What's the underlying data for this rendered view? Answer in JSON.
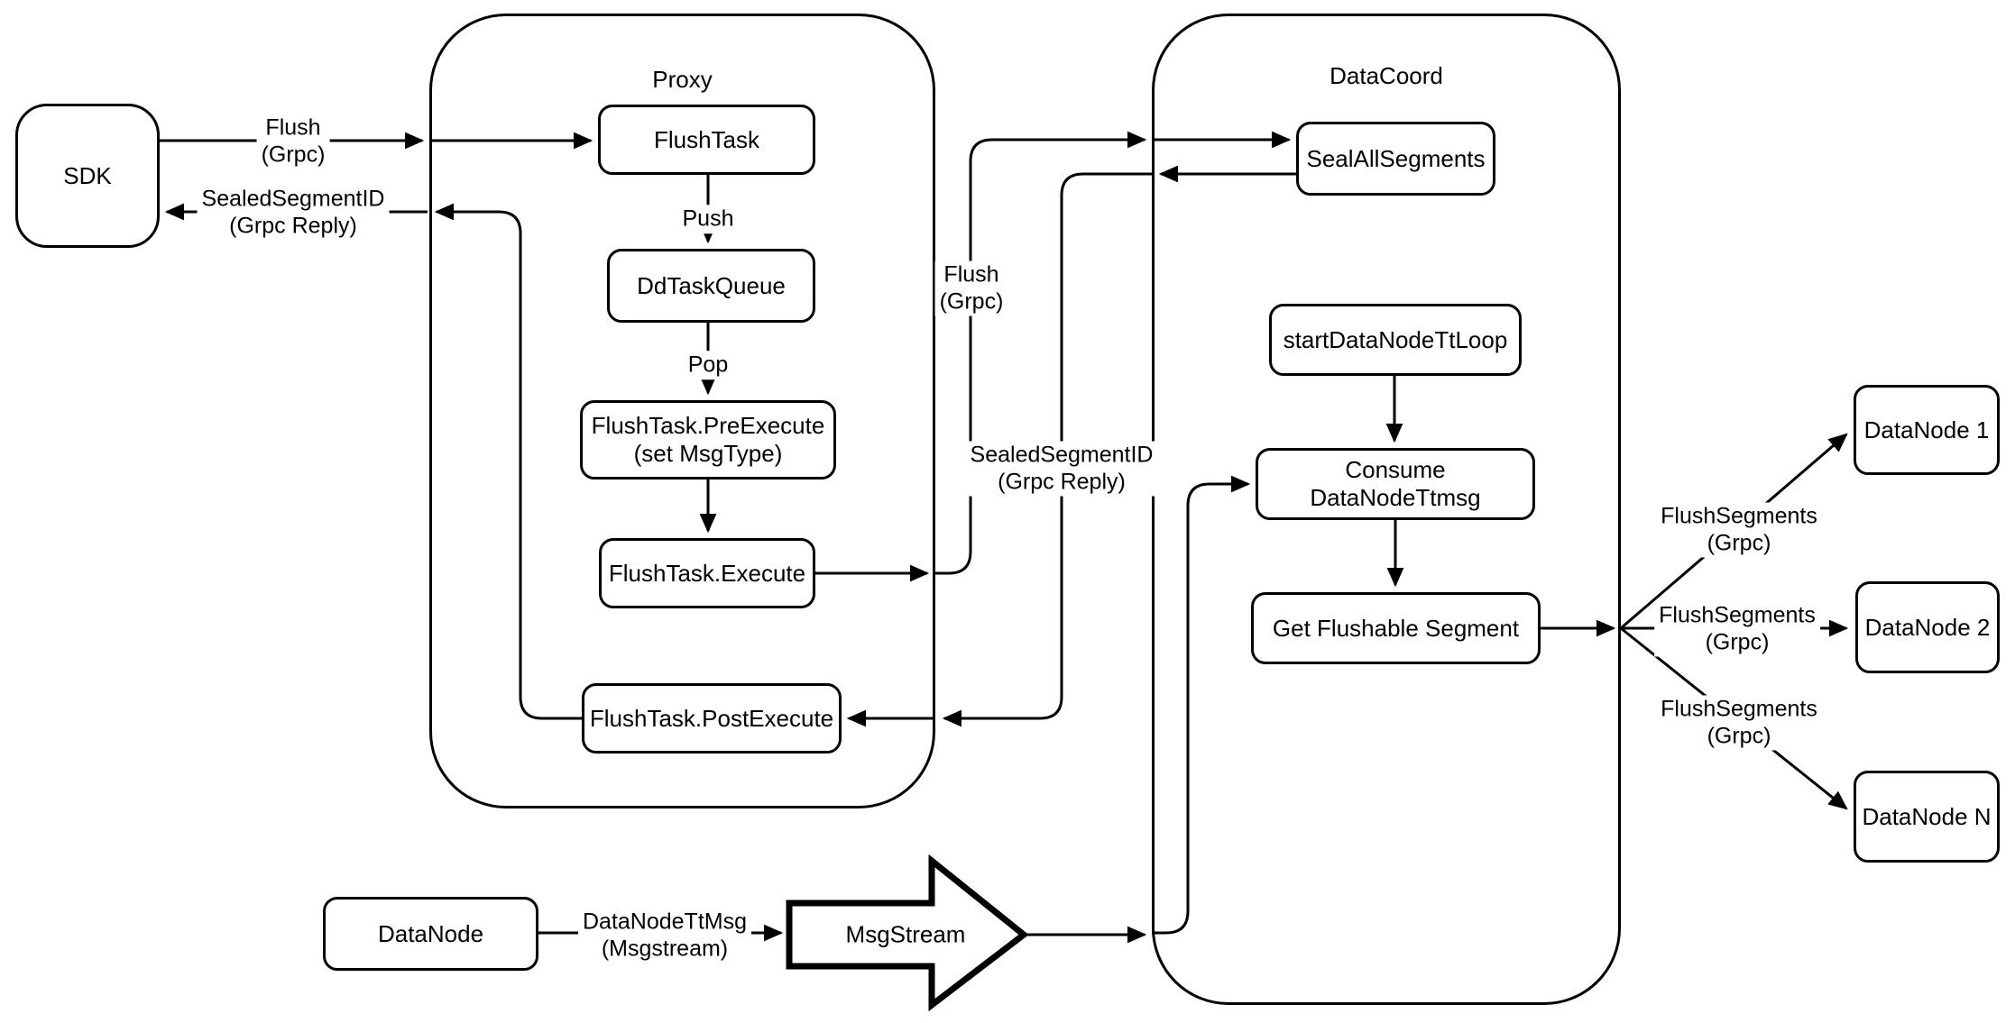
{
  "colors": {
    "stroke": "#000000",
    "background": "#ffffff"
  },
  "containers": {
    "proxy": {
      "label": "Proxy"
    },
    "datacoord": {
      "label": "DataCoord"
    }
  },
  "nodes": {
    "sdk": {
      "label": "SDK"
    },
    "flush_task": {
      "label": "FlushTask"
    },
    "dd_task_queue": {
      "label": "DdTaskQueue"
    },
    "pre_execute": {
      "label": "FlushTask.PreExecute",
      "sublabel": "(set MsgType)"
    },
    "execute": {
      "label": "FlushTask.Execute"
    },
    "post_execute": {
      "label": "FlushTask.PostExecute"
    },
    "seal_all_segments": {
      "label": "SealAllSegments"
    },
    "start_data_node_tt_loop": {
      "label": "startDataNodeTtLoop"
    },
    "consume_data_node_ttmsg": {
      "label": "Consume DataNodeTtmsg"
    },
    "get_flushable_segment": {
      "label": "Get Flushable Segment"
    },
    "data_node_source": {
      "label": "DataNode"
    },
    "msg_stream": {
      "label": "MsgStream"
    },
    "data_node_1": {
      "label": "DataNode 1"
    },
    "data_node_2": {
      "label": "DataNode 2"
    },
    "data_node_n": {
      "label": "DataNode N"
    }
  },
  "edge_labels": {
    "flush_sdk_proxy": {
      "line1": "Flush",
      "line2": "(Grpc)"
    },
    "sealed_segment_id_proxy_sdk": {
      "line1": "SealedSegmentID",
      "line2": "(Grpc Reply)"
    },
    "push": {
      "line1": "Push"
    },
    "pop": {
      "line1": "Pop"
    },
    "flush_proxy_datacoord": {
      "line1": "Flush",
      "line2": "(Grpc)"
    },
    "sealed_segment_id_datacoord_proxy": {
      "line1": "SealedSegmentID",
      "line2": "(Grpc Reply)"
    },
    "data_node_tt_msg": {
      "line1": "DataNodeTtMsg",
      "line2": "(Msgstream)"
    },
    "flush_segments": [
      {
        "line1": "FlushSegments",
        "line2": "(Grpc)"
      },
      {
        "line1": "FlushSegments",
        "line2": "(Grpc)"
      },
      {
        "line1": "FlushSegments",
        "line2": "(Grpc)"
      }
    ]
  }
}
